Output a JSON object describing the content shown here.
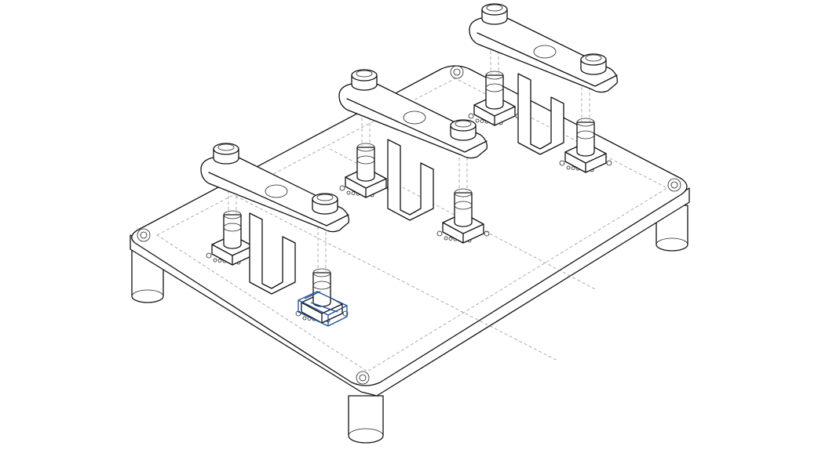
{
  "viewport": {
    "background": "#ffffff",
    "line_color": "#111111",
    "hidden_line_color": "#8a8a8a",
    "selection_color": "#1f4e9c"
  },
  "model": {
    "view": "isometric",
    "style": "hidden lines visible",
    "parts": {
      "base_plate": 1,
      "legs": 4,
      "clamp_bridges": 3,
      "clamp_knobs": 6,
      "sensor_mounts": 6
    },
    "selected_part": "sensor-mount-front"
  }
}
